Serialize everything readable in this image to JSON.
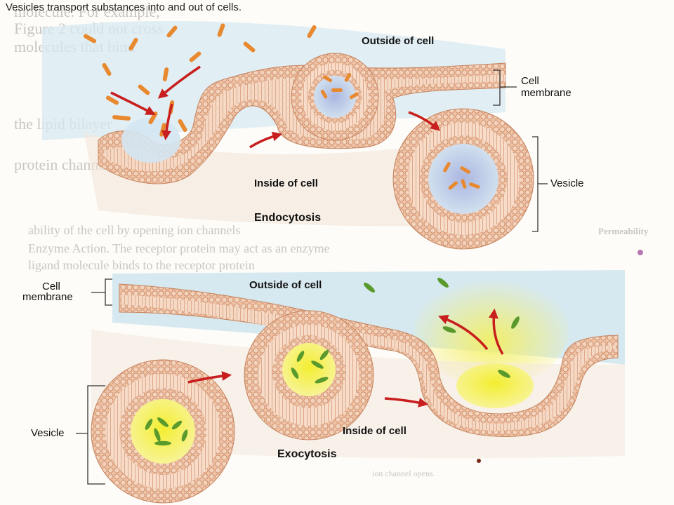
{
  "caption": "Vesicles transport substances into and out of cells.",
  "background_text": [
    "molecule. For example,",
    "Figure 2 could not cross",
    "molecules that bind",
    "the lipid bilayer",
    "protein channel",
    "Enzyme Action. The receptor protein may act as an enzyme",
    "ligand molecule binds to the receptor protein",
    "ability of the cell by opening ion channels",
    "Permeability",
    "ion channel opens."
  ],
  "endocytosis": {
    "outside_label": "Outside of cell",
    "inside_label": "Inside of cell",
    "membrane_label_1": "Cell",
    "membrane_label_2": "membrane",
    "vesicle_label": "Vesicle",
    "title": "Endocytosis"
  },
  "exocytosis": {
    "outside_label": "Outside of cell",
    "inside_label": "Inside of cell",
    "membrane_label_1": "Cell",
    "membrane_label_2": "membrane",
    "vesicle_label": "Vesicle",
    "title": "Exocytosis"
  },
  "colors": {
    "membrane": "#e8a27a",
    "membrane_dark": "#c9704a",
    "water": "#cfe6ef",
    "orange_molecule": "#e8892f",
    "green_molecule": "#5a9a2c",
    "arrow": "#c81e1e",
    "yellow_glow": "#f6ee74"
  }
}
